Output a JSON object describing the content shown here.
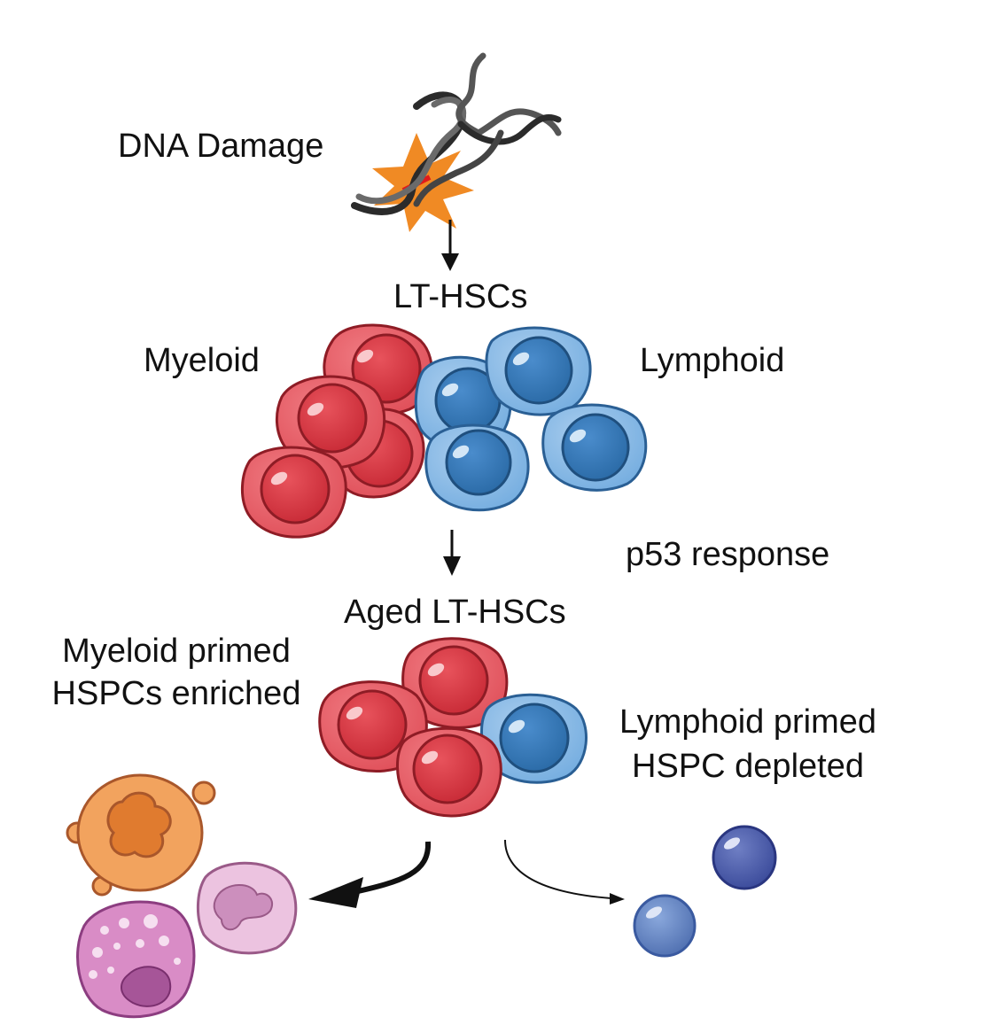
{
  "labels": {
    "dna_damage": "DNA Damage",
    "lt_hscs": "LT-HSCs",
    "myeloid": "Myeloid",
    "lymphoid": "Lymphoid",
    "p53": "p53 response",
    "aged_lt_hscs": "Aged LT-HSCs",
    "myeloid_primed_line1": "Myeloid primed",
    "myeloid_primed_line2": "HSPCs enriched",
    "lymphoid_primed_line1": "Lymphoid primed",
    "lymphoid_primed_line2": "HSPC depleted"
  },
  "colors": {
    "myeloid_cell": "#d9333f",
    "lymphoid_cell": "#3b7db8",
    "damage_star": "#f08a24",
    "dna_strand": "#333333",
    "orange_cell": "#f2a35e",
    "pink_cell": "#d98cc6",
    "small_lymph": "#5b7fbf"
  }
}
